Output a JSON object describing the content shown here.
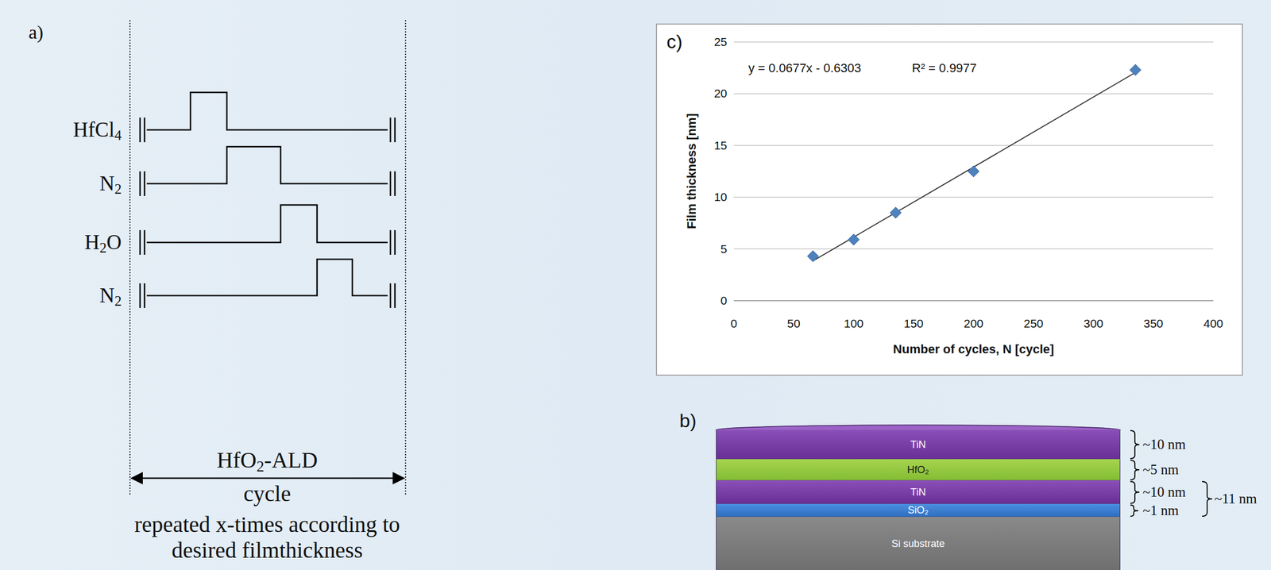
{
  "diagram": {
    "nodes": [
      {
        "text": [
          "TiN"
        ]
      },
      {
        "text": [
          "HfO₂"
        ]
      },
      {
        "text": [
          "TiN"
        ]
      },
      {
        "text": [
          "SiO₂"
        ]
      },
      {
        "text": [
          "Si substrate"
        ]
      }
    ],
    "labels": [
      "a)",
      "HfCl4",
      "N2",
      "H2O",
      "N2",
      "HfO2-ALD",
      "cycle",
      "repeated x-times according to desired filmthickness",
      "c)",
      "y = 0.0677x - 0.6303",
      "R² = 0.9977",
      "Film thickness [nm]",
      "Number of cycles, N [cycle]",
      "0",
      "5",
      "10",
      "15",
      "20",
      "25",
      "0",
      "50",
      "100",
      "150",
      "200",
      "250",
      "300",
      "350",
      "400",
      "b)",
      "~10 nm",
      "~5 nm",
      "~10 nm",
      "~1 nm",
      "~11 nm"
    ]
  }
}
